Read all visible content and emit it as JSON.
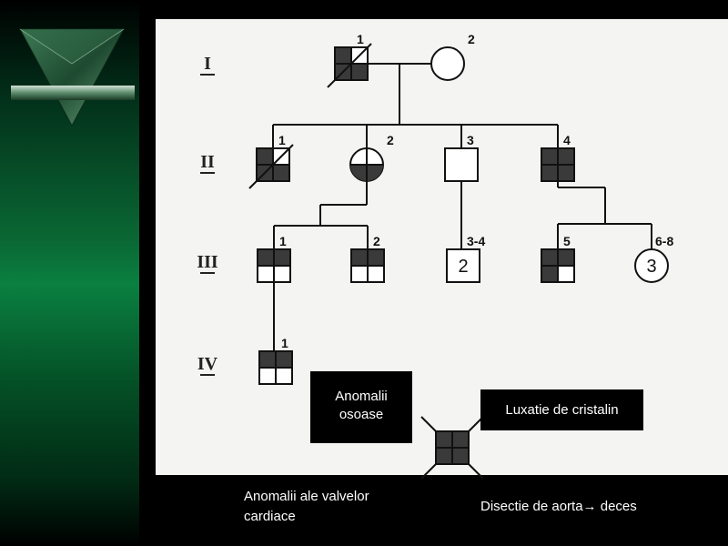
{
  "generations": [
    "I",
    "II",
    "III",
    "IV"
  ],
  "individuals": [
    {
      "id": "I-1",
      "label": "1",
      "sex": "male",
      "quadrants": [
        "TL",
        "BL",
        "BR"
      ],
      "deceased": true
    },
    {
      "id": "I-2",
      "label": "2",
      "sex": "female",
      "quadrants": [],
      "deceased": false
    },
    {
      "id": "II-1",
      "label": "1",
      "sex": "male",
      "quadrants": [
        "TL",
        "BL",
        "BR"
      ],
      "deceased": true
    },
    {
      "id": "II-2",
      "label": "2",
      "sex": "female",
      "quadrants": [
        "BL",
        "BR"
      ],
      "deceased": false
    },
    {
      "id": "II-3",
      "label": "3",
      "sex": "male",
      "quadrants": [],
      "deceased": false
    },
    {
      "id": "II-4",
      "label": "4",
      "sex": "male",
      "quadrants": [
        "TL",
        "TR",
        "BL",
        "BR"
      ],
      "deceased": false
    },
    {
      "id": "III-1",
      "label": "1",
      "sex": "male",
      "quadrants": [
        "TL",
        "TR"
      ],
      "deceased": false
    },
    {
      "id": "III-2",
      "label": "2",
      "sex": "male",
      "quadrants": [
        "TL",
        "TR"
      ],
      "deceased": false
    },
    {
      "id": "III-3-4",
      "label": "3-4",
      "sex": "male",
      "count": "2",
      "quadrants": [],
      "deceased": false
    },
    {
      "id": "III-5",
      "label": "5",
      "sex": "male",
      "quadrants": [
        "TL",
        "TR",
        "BL"
      ],
      "deceased": false
    },
    {
      "id": "III-6-8",
      "label": "6-8",
      "sex": "female",
      "count": "3",
      "quadrants": [],
      "deceased": false
    },
    {
      "id": "IV-1",
      "label": "1",
      "sex": "male",
      "quadrants": [
        "TL",
        "TR"
      ],
      "deceased": false
    }
  ],
  "legend": {
    "bone": "Anomalii osoase",
    "lens": "Luxatie de cristalin",
    "valve": "Anomalii ale valvelor cardiace",
    "aorta": "Disectie de aorta→ deces"
  }
}
